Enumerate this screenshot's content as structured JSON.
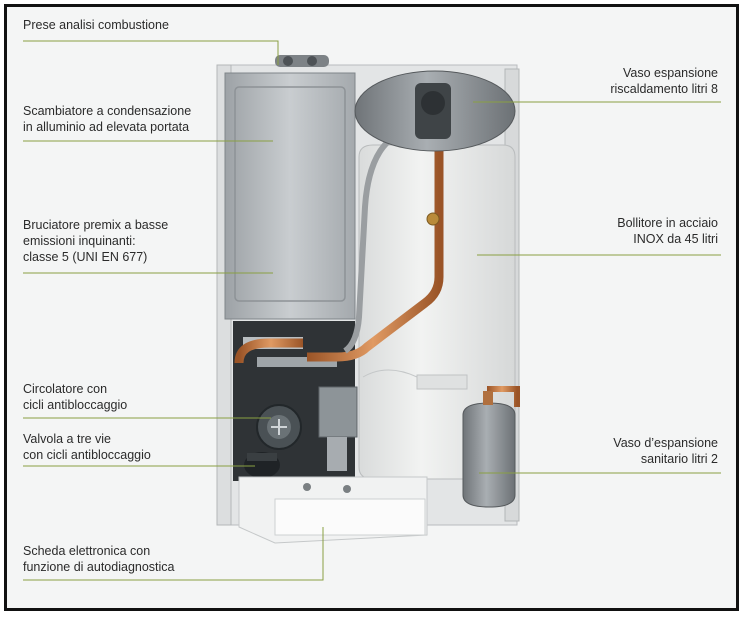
{
  "callouts": {
    "combustion_ports": "Prese analisi combustione",
    "heat_exchanger": "Scambiatore a condensazione\nin alluminio ad elevata portata",
    "burner": "Bruciatore premix a basse\nemissioni inquinanti:\nclasse 5 (UNI EN 677)",
    "circulator": "Circolatore con\ncicli antibloccaggio",
    "three_way_valve": "Valvola a tre vie\ncon cicli antibloccaggio",
    "control_board": "Scheda elettronica con\nfunzione di autodiagnostica",
    "heating_expansion_vessel": "Vaso espansione\nriscaldamento litri 8",
    "storage_tank": "Bollitore in acciaio\nINOX da 45 litri",
    "sanitary_expansion_vessel": "Vaso d’espansione\nsanitario litri 2"
  },
  "colors": {
    "leader_line": "#8aa043",
    "label_text": "#2b2b2b",
    "frame_border": "#111111",
    "background": "#f4f5f5",
    "copper_pipe": "#c47a45",
    "expansion_vessel": "#8f9498",
    "tank_insulation": "#ecedec"
  }
}
